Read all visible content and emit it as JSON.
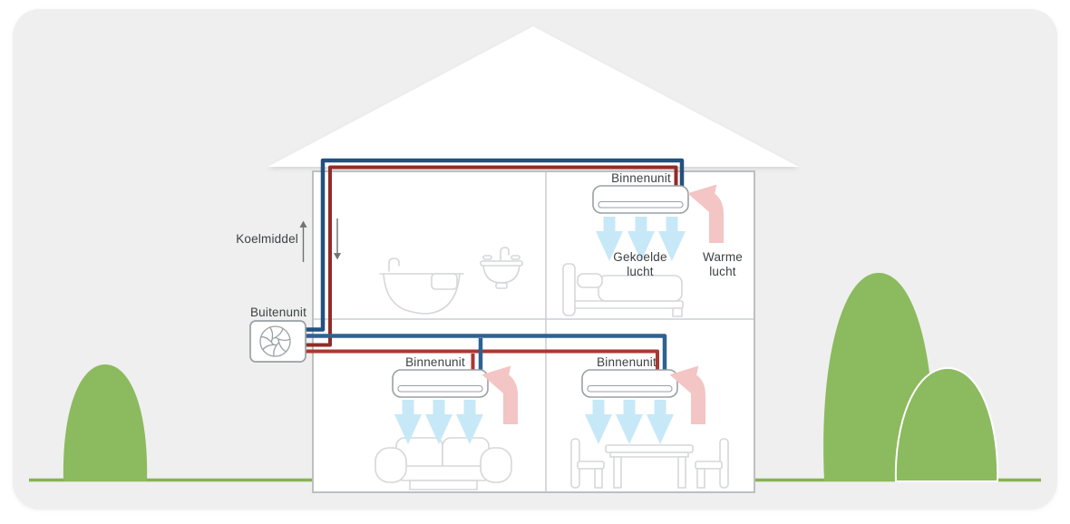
{
  "labels": {
    "outdoor_unit": "Buitenunit",
    "refrigerant": "Koelmiddel",
    "indoor_unit_top_right": "Binnenunit",
    "indoor_unit_bottom_left": "Binnenunit",
    "indoor_unit_bottom_right": "Binnenunit",
    "cooled_air_line1": "Gekoelde",
    "cooled_air_line2": "lucht",
    "warm_air_line1": "Warme",
    "warm_air_line2": "lucht"
  },
  "colors": {
    "card_background": "#efefef",
    "greenery": "#8cba5e",
    "ground_line": "#87b252",
    "pipe_cold": "#2e6191",
    "pipe_cold_dark": "#24507e",
    "pipe_hot": "#a93831",
    "pipe_hot_dark": "#932b26",
    "cooled_air_arrow": "#c7e8f7",
    "warm_air_arrow": "#f3c5c4",
    "unit_outline": "#9aa0a3",
    "wall_line": "#c6cacc",
    "furniture_line": "#d5d7d8",
    "text": "#3d4143"
  }
}
